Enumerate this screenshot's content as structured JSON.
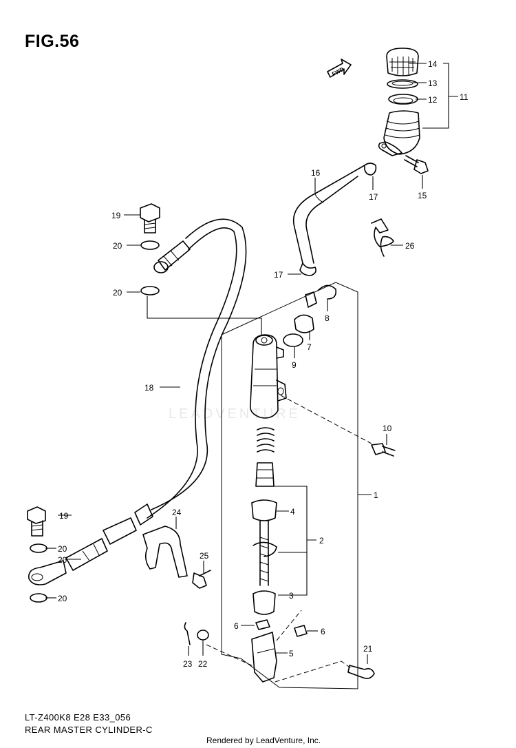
{
  "figure": {
    "title": "FIG.56",
    "model_line": "LT-Z400K8 E28 E33_056",
    "name_line": "REAR MASTER CYLINDER-C",
    "rendered_by": "Rendered by LeadVenture, Inc.",
    "watermark": "LEADVENTURE",
    "fwd_label": "FWD"
  },
  "callouts": {
    "c14": "14",
    "c13": "13",
    "c12": "12",
    "c11": "11",
    "c16": "16",
    "c17a": "17",
    "c15": "15",
    "c26": "26",
    "c19a": "19",
    "c20a": "20",
    "c20b": "20",
    "c17b": "17",
    "c8": "8",
    "c7": "7",
    "c9": "9",
    "c18": "18",
    "c10": "10",
    "c1": "1",
    "c4": "4",
    "c2": "2",
    "c3": "3",
    "c19b": "19",
    "c20c": "20",
    "c20d": "20",
    "c20e": "20",
    "c24": "24",
    "c25": "25",
    "c6a": "6",
    "c6b": "6",
    "c5": "5",
    "c21": "21",
    "c23": "23",
    "c22": "22"
  }
}
